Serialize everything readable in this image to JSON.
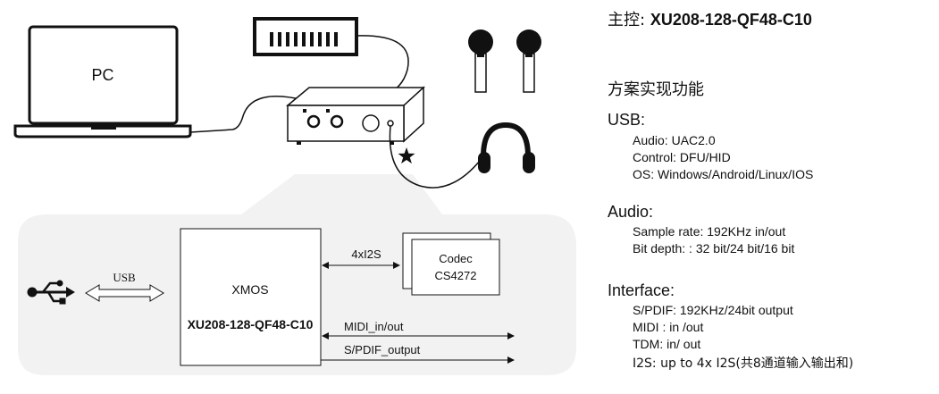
{
  "diagram": {
    "pc_label": "PC",
    "block": {
      "usb_label": "USB",
      "xmos_label": "XMOS",
      "xmos_part": "XU208-128-QF48-C10",
      "i2s_label": "4xI2S",
      "codec_label_1": "Codec",
      "codec_label_2": "CS4272",
      "midi_label": "MIDI_in/out",
      "spdif_label": "S/PDIF_output"
    },
    "icons": [
      "laptop-icon",
      "keyboard-icon",
      "microphone-icon",
      "microphone-icon",
      "audio-interface-icon",
      "headphones-icon",
      "star-icon",
      "usb-icon"
    ]
  },
  "spec": {
    "master_label": "主控:",
    "master_value": "XU208-128-QF48-C10",
    "features_title": "方案实现功能",
    "usb": {
      "title": "USB:",
      "lines": [
        "Audio: UAC2.0",
        "Control:  DFU/HID",
        "OS: Windows/Android/Linux/IOS"
      ]
    },
    "audio": {
      "title": "Audio:",
      "lines": [
        "Sample rate: 192KHz in/out",
        "Bit depth: : 32 bit/24 bit/16 bit"
      ]
    },
    "interface": {
      "title": "Interface:",
      "lines": [
        "S/PDIF: 192KHz/24bit  output",
        "MIDI :  in /out",
        "TDM: in/ out",
        "I2S:  up to 4x I2S(共8通道输入输出和)"
      ]
    }
  }
}
